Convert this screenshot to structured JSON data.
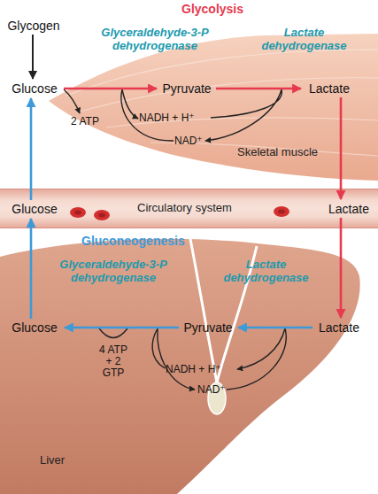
{
  "diagram": {
    "nodes": [
      {
        "text": [
          "Glycogen"
        ]
      },
      {
        "text": [
          "Skeletal muscle"
        ]
      },
      {
        "text": [
          "Glucose"
        ],
        "in": 1
      },
      {
        "text": [
          "Pyruvate"
        ],
        "in": 1
      },
      {
        "text": [
          "Lactate"
        ],
        "in": 1
      },
      {
        "text": [
          "Circulatory system"
        ]
      },
      {
        "text": [
          "Glucose"
        ],
        "in": 5
      },
      {
        "text": [
          "Lactate"
        ],
        "in": 5
      },
      {
        "text": [
          "Liver"
        ]
      },
      {
        "text": [
          "Glucose"
        ],
        "in": 8
      },
      {
        "text": [
          "Pyruvate"
        ],
        "in": 8
      },
      {
        "text": [
          "Lactate"
        ],
        "in": 8
      }
    ],
    "edges": [
      {
        "from": 0,
        "to": 2,
        "arrow": "to"
      },
      {
        "from": 2,
        "to": 3,
        "arrow": "to"
      },
      {
        "from": 3,
        "to": 4,
        "arrow": "to"
      },
      {
        "from": 4,
        "to": 7,
        "arrow": "to"
      },
      {
        "from": 7,
        "to": 11,
        "arrow": "to"
      },
      {
        "from": 11,
        "to": 10,
        "arrow": "to"
      },
      {
        "from": 10,
        "to": 9,
        "arrow": "to"
      },
      {
        "from": 9,
        "to": 6,
        "arrow": "to"
      },
      {
        "from": 6,
        "to": 2,
        "arrow": "to"
      }
    ],
    "labels": [
      "Glycolysis",
      "Glyceraldehyde-3-P dehydrogenase",
      "Lactate dehydrogenase",
      "2 ATP",
      "NADH + H⁺",
      "NAD⁺",
      "Gluconeogenesis",
      "Glyceraldehyde-3-P dehydrogenase",
      "Lactate dehydrogenase",
      "4 ATP + 2 GTP",
      "NADH + H⁺",
      "NAD⁺"
    ]
  }
}
